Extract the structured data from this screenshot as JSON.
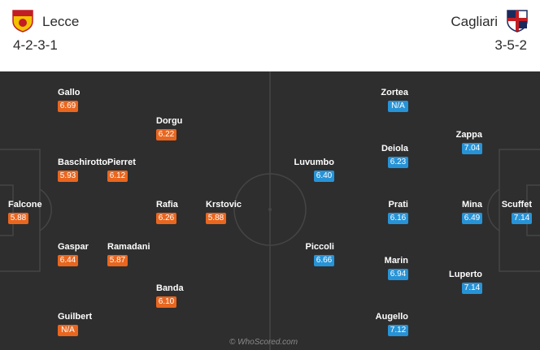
{
  "home_team": {
    "name": "Lecce",
    "formation": "4-2-3-1",
    "crest": "lecce-crest-icon",
    "rating_color": "#e9661f",
    "players": [
      {
        "name": "Gallo",
        "rating": "6.69"
      },
      {
        "name": "Dorgu",
        "rating": "6.22"
      },
      {
        "name": "Baschirotto",
        "rating": "5.93"
      },
      {
        "name": "Pierret",
        "rating": "6.12"
      },
      {
        "name": "Falcone",
        "rating": "5.88"
      },
      {
        "name": "Rafia",
        "rating": "6.26"
      },
      {
        "name": "Krstovic",
        "rating": "5.88"
      },
      {
        "name": "Gaspar",
        "rating": "6.44"
      },
      {
        "name": "Ramadani",
        "rating": "5.87"
      },
      {
        "name": "Banda",
        "rating": "6.10"
      },
      {
        "name": "Guilbert",
        "rating": "N/A"
      }
    ]
  },
  "away_team": {
    "name": "Cagliari",
    "formation": "3-5-2",
    "crest": "cagliari-crest-icon",
    "rating_color": "#2793d7",
    "players": [
      {
        "name": "Zortea",
        "rating": "N/A"
      },
      {
        "name": "Zappa",
        "rating": "7.04"
      },
      {
        "name": "Deiola",
        "rating": "6.23"
      },
      {
        "name": "Luvumbo",
        "rating": "6.40"
      },
      {
        "name": "Prati",
        "rating": "6.16"
      },
      {
        "name": "Mina",
        "rating": "6.49"
      },
      {
        "name": "Scuffet",
        "rating": "7.14"
      },
      {
        "name": "Piccoli",
        "rating": "6.66"
      },
      {
        "name": "Marin",
        "rating": "6.94"
      },
      {
        "name": "Luperto",
        "rating": "7.14"
      },
      {
        "name": "Augello",
        "rating": "7.12"
      }
    ]
  },
  "watermark": "© WhoScored.com"
}
